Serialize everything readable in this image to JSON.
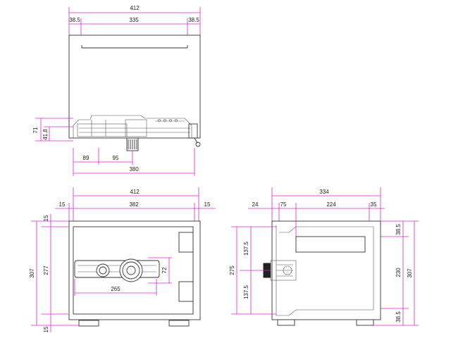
{
  "top_view": {
    "overall_width": "412",
    "left_offset": "38.5",
    "inner_width": "335",
    "right_offset": "38.5",
    "left_height_outer": "71",
    "left_height_inner": "41.8",
    "bottom_a": "89",
    "bottom_b": "95",
    "bottom_total": "380"
  },
  "front_view": {
    "overall_width": "412",
    "left_margin": "15",
    "inner_width": "382",
    "right_margin": "15",
    "top_margin": "15",
    "overall_height": "307",
    "inner_height": "277",
    "bottom_margin": "15",
    "dial_height": "72",
    "dial_span": "265"
  },
  "side_view": {
    "overall_depth": "334",
    "seg_a": "24",
    "seg_b": "75",
    "seg_c": "224",
    "seg_d": "35",
    "height_outer": "275",
    "upper_half": "137.5",
    "lower_half": "137.5",
    "right_top": "38.5",
    "right_mid": "230",
    "right_total": "307",
    "right_bottom": "38.5"
  },
  "colors": {
    "dimension": "#e020d8",
    "outline": "#333333"
  }
}
